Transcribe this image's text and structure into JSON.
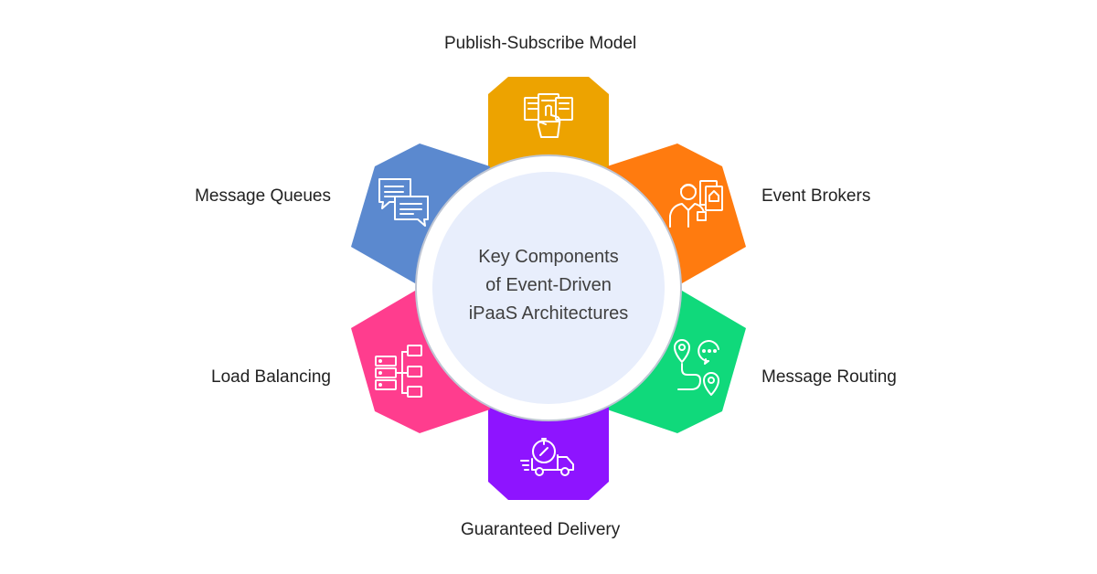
{
  "center": {
    "title_lines": [
      "Key Components",
      "of Event-Driven",
      "iPaaS Architectures"
    ]
  },
  "components": [
    {
      "label": "Publish-Subscribe Model",
      "color": "#EDA300",
      "icon": "touch-screen-icon"
    },
    {
      "label": "Event Brokers",
      "color": "#FF7B0F",
      "icon": "broker-person-icon"
    },
    {
      "label": "Message Routing",
      "color": "#10D97B",
      "icon": "route-pins-icon"
    },
    {
      "label": "Guaranteed Delivery",
      "color": "#8E14FF",
      "icon": "delivery-truck-icon"
    },
    {
      "label": "Load Balancing",
      "color": "#FF3D8E",
      "icon": "server-network-icon"
    },
    {
      "label": "Message Queues",
      "color": "#5B89CF",
      "icon": "chat-bubbles-icon"
    }
  ],
  "colors": {
    "ring": "#ffffff",
    "ring_border": "#bfc6d4",
    "inner_circle": "#e8eefc",
    "text": "#222222"
  }
}
